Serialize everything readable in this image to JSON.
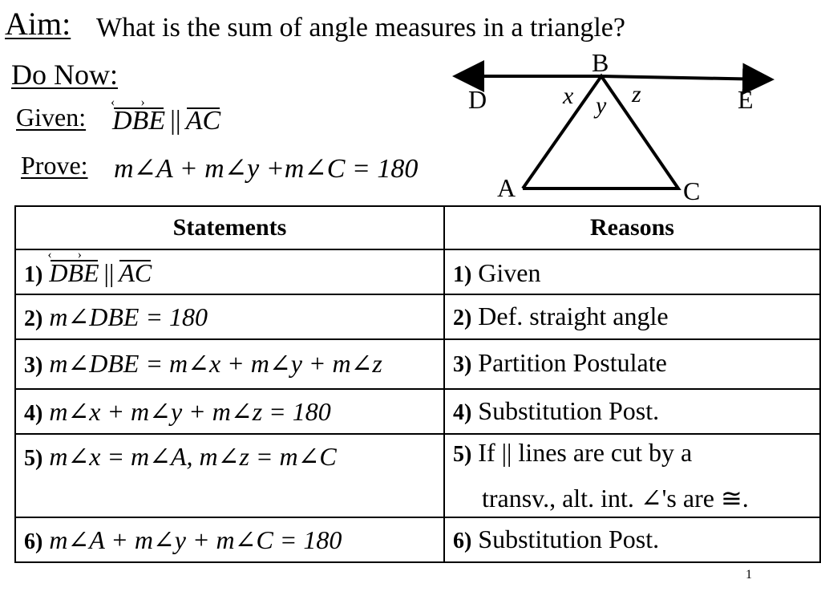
{
  "header": {
    "aim_label": "Aim:",
    "aim_question": "What is the sum of angle measures in a triangle?",
    "do_now": "Do Now:",
    "given_label": "Given:",
    "prove_label": "Prove:",
    "given_statement": {
      "line": "DBE",
      "parallel": "||",
      "segment": "AC"
    },
    "prove_statement": "m∠A + m∠y +m∠C = 180"
  },
  "diagram": {
    "points": {
      "B": "B",
      "D": "D",
      "E": "E",
      "A": "A",
      "C": "C"
    },
    "angles": {
      "x": "x",
      "y": "y",
      "z": "z"
    }
  },
  "table": {
    "headers": {
      "statements": "Statements",
      "reasons": "Reasons"
    },
    "rows": [
      {
        "num": "1)",
        "statement": {
          "line": "DBE",
          "parallel": "||",
          "segment": "AC"
        },
        "reason_num": "1)",
        "reason": "Given"
      },
      {
        "num": "2)",
        "statement": "m∠DBE = 180",
        "reason_num": "2)",
        "reason": "Def. straight angle"
      },
      {
        "num": "3)",
        "statement": "m∠DBE = m∠x + m∠y + m∠z",
        "reason_num": "3)",
        "reason": "Partition Postulate"
      },
      {
        "num": "4)",
        "statement": "m∠x + m∠y + m∠z = 180",
        "reason_num": "4)",
        "reason": "Substitution Post."
      },
      {
        "num": "5)",
        "statement": "m∠x = m∠A, m∠z = m∠C",
        "reason_num": "5)",
        "reason_line1": "If || lines are cut by a",
        "reason_line2": "transv., alt. int. ∠'s are ≅."
      },
      {
        "num": "6)",
        "statement": "m∠A + m∠y + m∠C = 180",
        "reason_num": "6)",
        "reason": "Substitution Post."
      }
    ]
  },
  "footer": {
    "page_number": "1"
  }
}
